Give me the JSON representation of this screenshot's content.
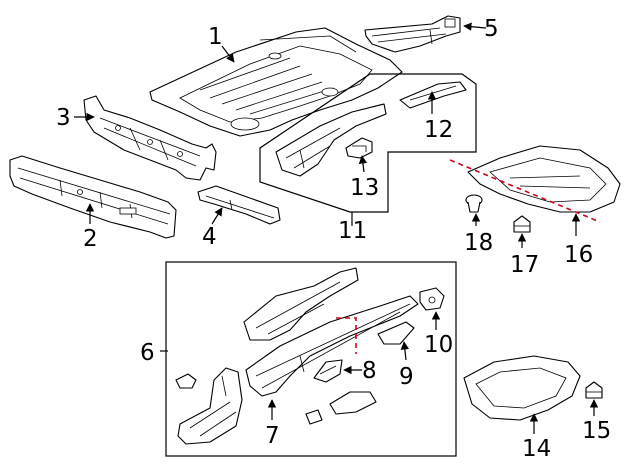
{
  "diagram": {
    "callouts": {
      "c1": "1",
      "c2": "2",
      "c3": "3",
      "c4": "4",
      "c5": "5",
      "c6": "6",
      "c7": "7",
      "c8": "8",
      "c9": "9",
      "c10": "10",
      "c11": "11",
      "c12": "12",
      "c13": "13",
      "c14": "14",
      "c15": "15",
      "c16": "16",
      "c17": "17",
      "c18": "18"
    },
    "colors": {
      "linework": "#000000",
      "cut_line": "#d0021b",
      "background": "#ffffff"
    }
  }
}
